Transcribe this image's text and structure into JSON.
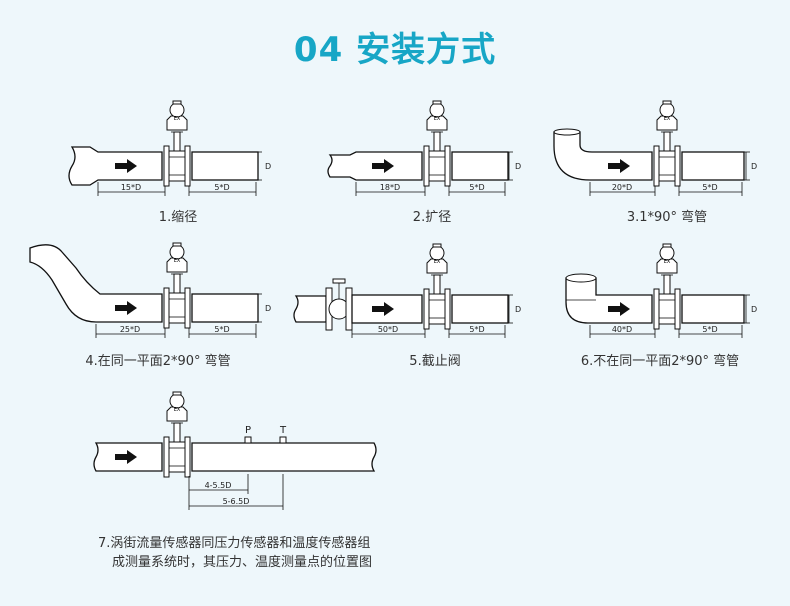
{
  "title": "04 安装方式",
  "meter": {
    "ex_label": "EX"
  },
  "panels": [
    {
      "caption": "1.缩径",
      "up_dim": "15*D",
      "down_dim": "5*D",
      "dia": "D"
    },
    {
      "caption": "2.扩径",
      "up_dim": "18*D",
      "down_dim": "5*D",
      "dia": "D"
    },
    {
      "caption": "3.1*90° 弯管",
      "up_dim": "20*D",
      "down_dim": "5*D",
      "dia": "D"
    },
    {
      "caption": "4.在同一平面2*90° 弯管",
      "up_dim": "25*D",
      "down_dim": "5*D",
      "dia": "D"
    },
    {
      "caption": "5.截止阀",
      "up_dim": "50*D",
      "down_dim": "5*D",
      "dia": "D"
    },
    {
      "caption": "6.不在同一平面2*90° 弯管",
      "up_dim": "40*D",
      "down_dim": "5*D",
      "dia": "D"
    }
  ],
  "panel7": {
    "p_label": "P",
    "t_label": "T",
    "p_dim": "4-5.5D",
    "t_dim": "5-6.5D",
    "note_line1": "7.涡街流量传感器同压力传感器和温度传感器组",
    "note_line2": "成测量系统时，其压力、温度测量点的位置图"
  },
  "colors": {
    "title": "#17a6c6",
    "background": "#eef7fb",
    "line": "#111111"
  }
}
